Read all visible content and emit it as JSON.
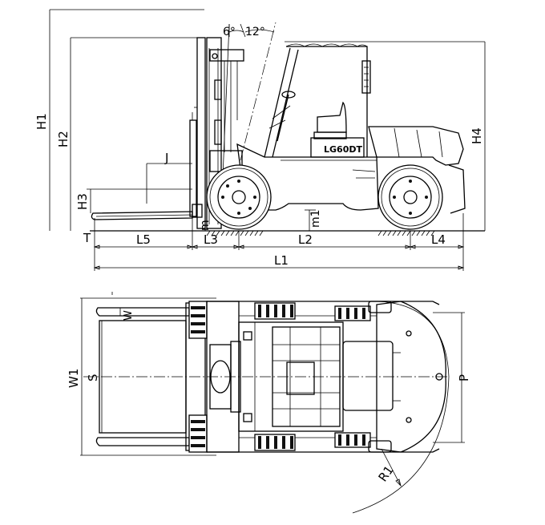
{
  "model": "LG60DT",
  "angles": {
    "forward": "6°",
    "backward": "12°"
  },
  "side_view_labels": {
    "h1": "H1",
    "h2": "H2",
    "h3": "H3",
    "h4": "H4",
    "j": "J",
    "m1": "m1",
    "m": "m",
    "t": "T",
    "l1": "L1",
    "l2": "L2",
    "l3": "L3",
    "l4": "L4",
    "l5": "L5"
  },
  "top_view_labels": {
    "w": "W",
    "w1": "W1",
    "s": "S",
    "p": "P",
    "r1": "R1"
  }
}
